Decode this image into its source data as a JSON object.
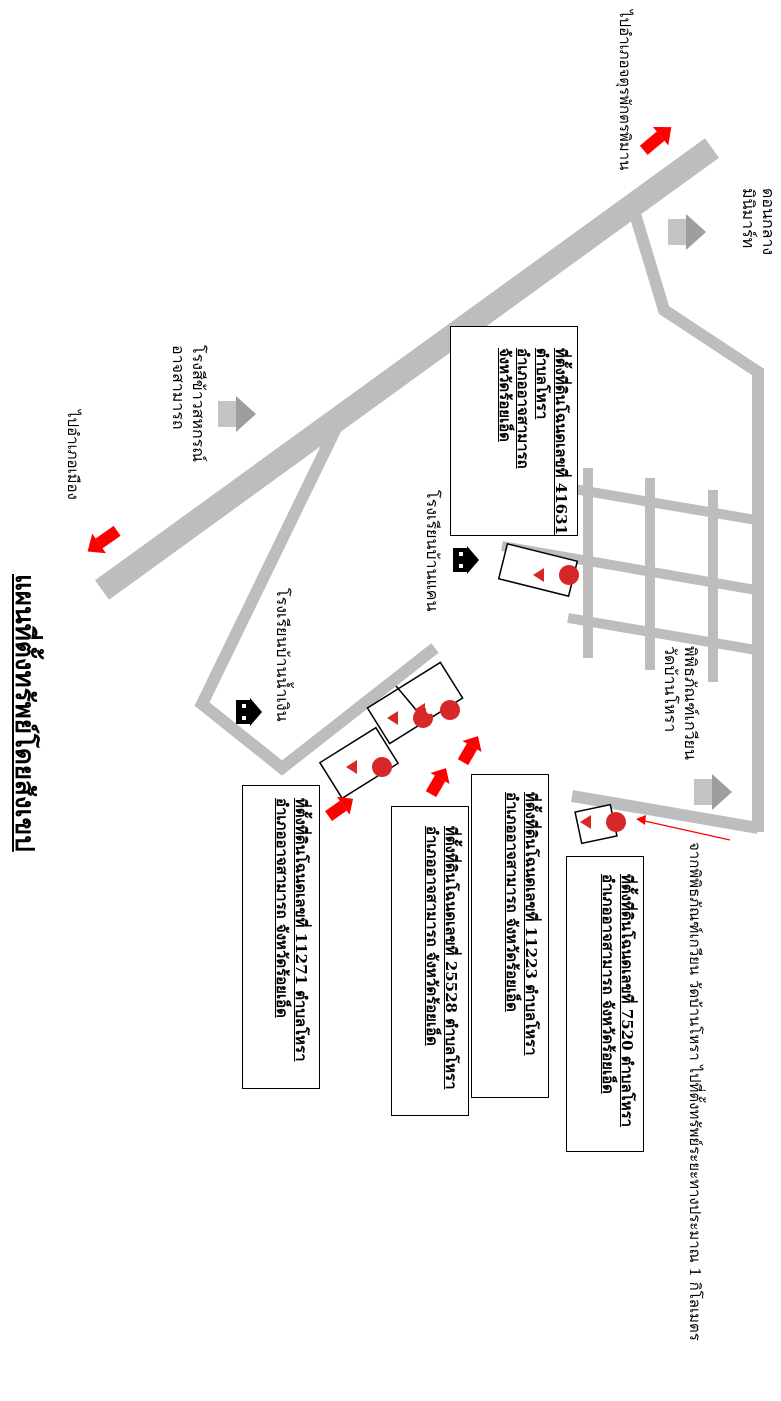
{
  "title": "แผนที่ตั้งทรัพย์โดยสังเขป",
  "directions": {
    "to_top": "ไปอำเภอจตุรพักตรพิมาน",
    "to_bottom": "ไปอำเภอเมือง"
  },
  "landmarks": {
    "rice_mill": [
      "โรงสีข้าวสหกรณ์",
      "อาจสามารถ"
    ],
    "don_klang": [
      "ดอนกลาง",
      "มินิมาร์ท"
    ],
    "school_ban_khaen": "โรงเรียนบ้านแคน",
    "school_ban_nam_ngoen": "โรงเรียนบ้านน้ำเงิน",
    "museum_temple": [
      "พิพิธภัณฑ์เกวียน",
      "วัดบ้านโหรา"
    ]
  },
  "parcels": [
    {
      "line1": "ที่ตั้งที่ดินโฉนดเลขที่ 41631",
      "line2": "ตำบลโหรา",
      "line3": "อำเภออาจสามารถ",
      "line4": "จังหวัดร้อยเอ็ด"
    },
    {
      "line1": "ที่ตั้งที่ดินโฉนดเลขที่ 11271 ตำบลโหรา",
      "line2": "อำเภออาจสามารถ จังหวัดร้อยเอ็ด"
    },
    {
      "line1": "ที่ตั้งที่ดินโฉนดเลขที่ 25528 ตำบลโหรา",
      "line2": "อำเภออาจสามารถ จังหวัดร้อยเอ็ด"
    },
    {
      "line1": "ที่ตั้งที่ดินโฉนดเลขที่ 11223 ตำบลโหรา",
      "line2": "อำเภออาจสามารถ จังหวัดร้อยเอ็ด"
    },
    {
      "line1": "ที่ตั้งที่ดินโฉนดเลขที่ 7520 ตำบลโหรา",
      "line2": "อำเภออาจสามารถ จังหวัดร้อยเอ็ด"
    }
  ],
  "footnote": "จากพิพิธภัณฑ์เกวียน วัดบ้านโหรา ไปที่ตั้งทรัพย์ระยะทางประมาณ 1 กิโลเมตร",
  "colors": {
    "road": "#bdbdbd",
    "arrow": "#ff0000",
    "pin": "#d62828",
    "building": "#9e9e9e"
  },
  "icons": [
    "school-icon",
    "house-icon",
    "location-pin-icon",
    "direction-arrow-icon"
  ]
}
